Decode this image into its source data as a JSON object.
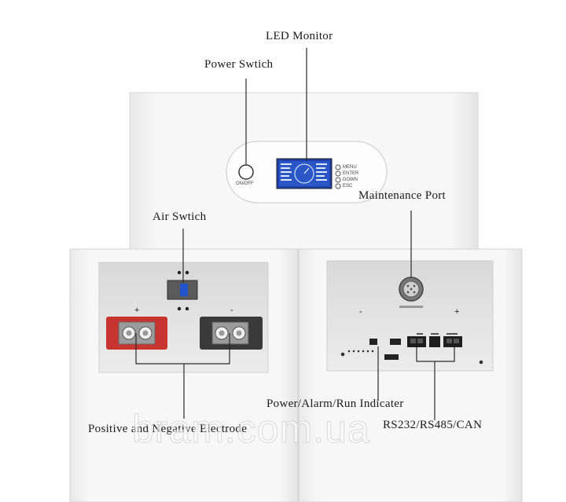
{
  "labels": {
    "led_monitor": "LED Monitor",
    "power_switch": "Power Swtich",
    "maintenance_port": "Maintenance Port",
    "air_switch": "Air Swtich",
    "power_alarm_run": "Power/Alarm/Run Indicater",
    "rs_ports": "RS232/RS485/CAN",
    "electrode": "Positive and Negative Electrode"
  },
  "panel": {
    "on_off": "ON/OFF",
    "buttons": [
      "MENU",
      "ENTER",
      "DOWN",
      "ESC"
    ],
    "plus": "+",
    "minus": "-",
    "port_minus": "-",
    "port_plus": "+"
  },
  "watermark": "bram.com.ua",
  "colors": {
    "cabinet": "#f3f3f3",
    "recess": "#e2e2e2",
    "screen": "#2a56c6",
    "positive_terminal": "#c8342f",
    "negative_terminal": "#3a3a3a"
  }
}
